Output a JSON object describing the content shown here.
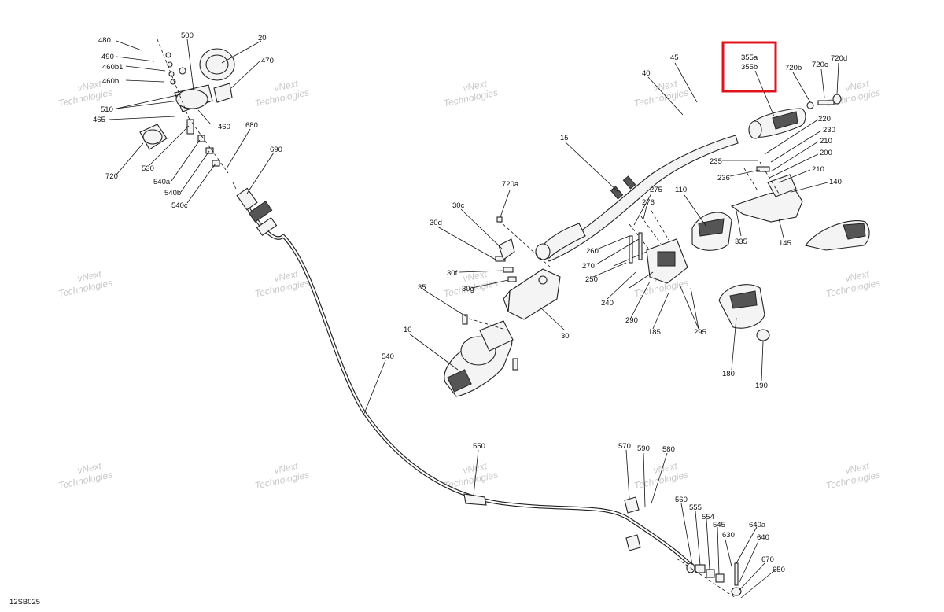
{
  "diagram": {
    "code": "12SB025",
    "watermark": {
      "line1": "vNext",
      "line2": "Technologies"
    },
    "highlight": {
      "label_a": "355a",
      "label_b": "355b",
      "color": "#e0141c"
    },
    "callouts": [
      "480",
      "490",
      "460b1",
      "460b",
      "510",
      "465",
      "500",
      "20",
      "470",
      "460",
      "720",
      "530",
      "540a",
      "540b",
      "540c",
      "680",
      "690",
      "540",
      "45",
      "40",
      "15",
      "720a",
      "30c",
      "30d",
      "30f",
      "30g",
      "35",
      "10",
      "30",
      "275",
      "276",
      "260",
      "270",
      "250",
      "240",
      "290",
      "185",
      "295",
      "110",
      "335",
      "145",
      "720b",
      "720c",
      "720d",
      "220",
      "230",
      "210",
      "200",
      "235",
      "236",
      "140",
      "180",
      "190",
      "550",
      "570",
      "590",
      "580",
      "560",
      "555",
      "554",
      "545",
      "640a",
      "640",
      "630",
      "670",
      "650"
    ]
  }
}
